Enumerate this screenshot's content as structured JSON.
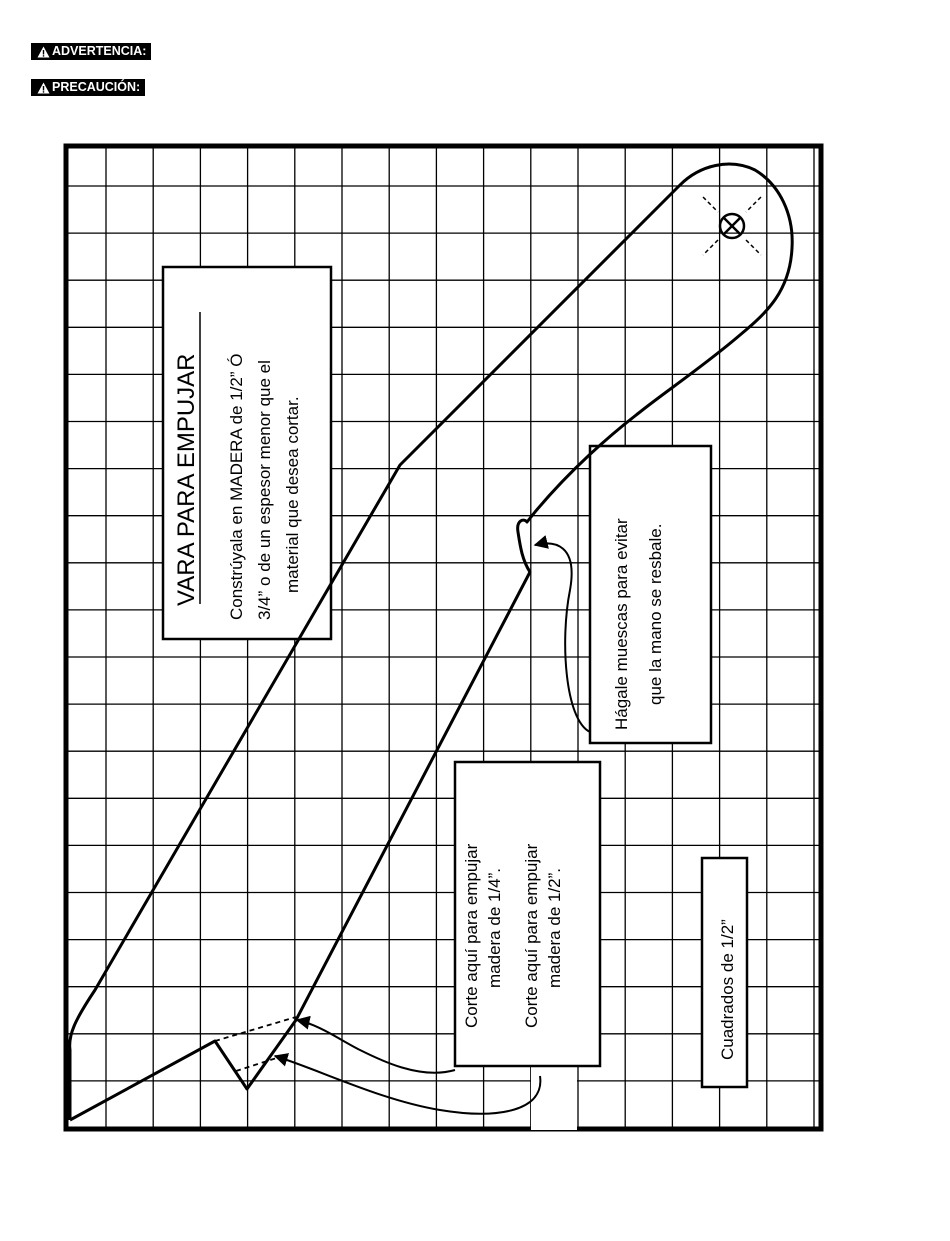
{
  "badges": {
    "warning": "ADVERTENCIA:",
    "caution": "PRECAUCIÓN:"
  },
  "diagram": {
    "title": "VARA PARA EMPUJAR",
    "construction_note": [
      "Constrúyala en MADERA de 1/2” Ó",
      "3/4” o de un espesor menor que el",
      "material que desea cortar."
    ],
    "notch_note": [
      "Hágale muescas para evitar",
      "que la mano se resbale."
    ],
    "cut_note_quarter": [
      "Corte aquí para empujar",
      "madera de 1/4”."
    ],
    "cut_note_half": [
      "Corte aquí para empujar",
      "madera de 1/2”."
    ],
    "scale_note": "Cuadrados de 1/2”"
  }
}
